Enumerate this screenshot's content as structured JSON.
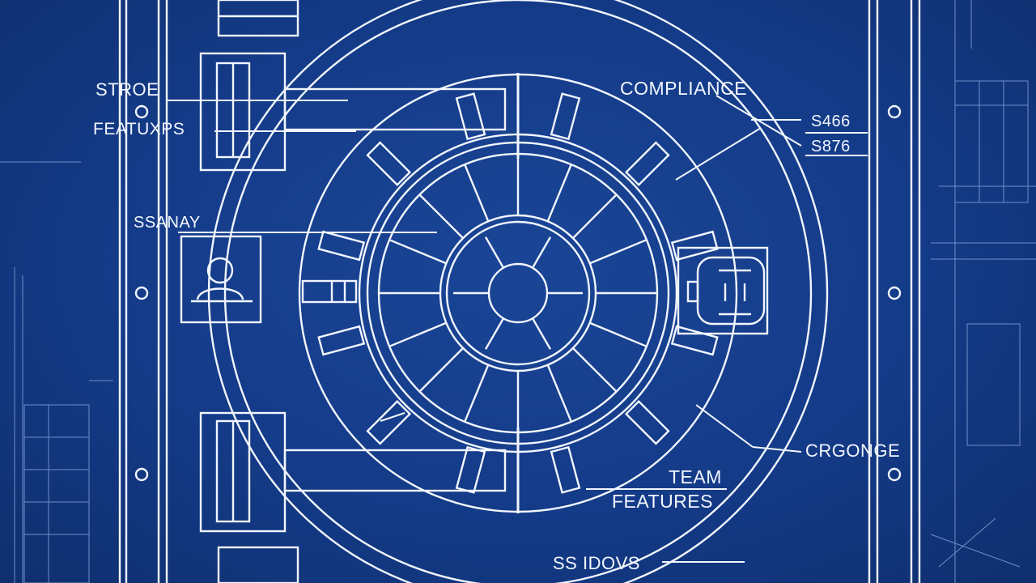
{
  "theme": {
    "background": "#143b88",
    "line_color": "#f2f6ff",
    "faint_line_color": "#6f8fc9"
  },
  "labels": {
    "compliance": "COMPLIANCE",
    "stroe": "STROE",
    "features_left": "FEATUXPS",
    "s466": "S466",
    "s876": "S876",
    "ssanay": "SSANAY",
    "crgonge": "CRGONGE",
    "team": "TEAM",
    "features_bottom": "FEATURES",
    "ssdovs": "SS  IDOVS"
  },
  "icons": {
    "vault": "vault-wheel-icon",
    "user": "user-icon"
  }
}
